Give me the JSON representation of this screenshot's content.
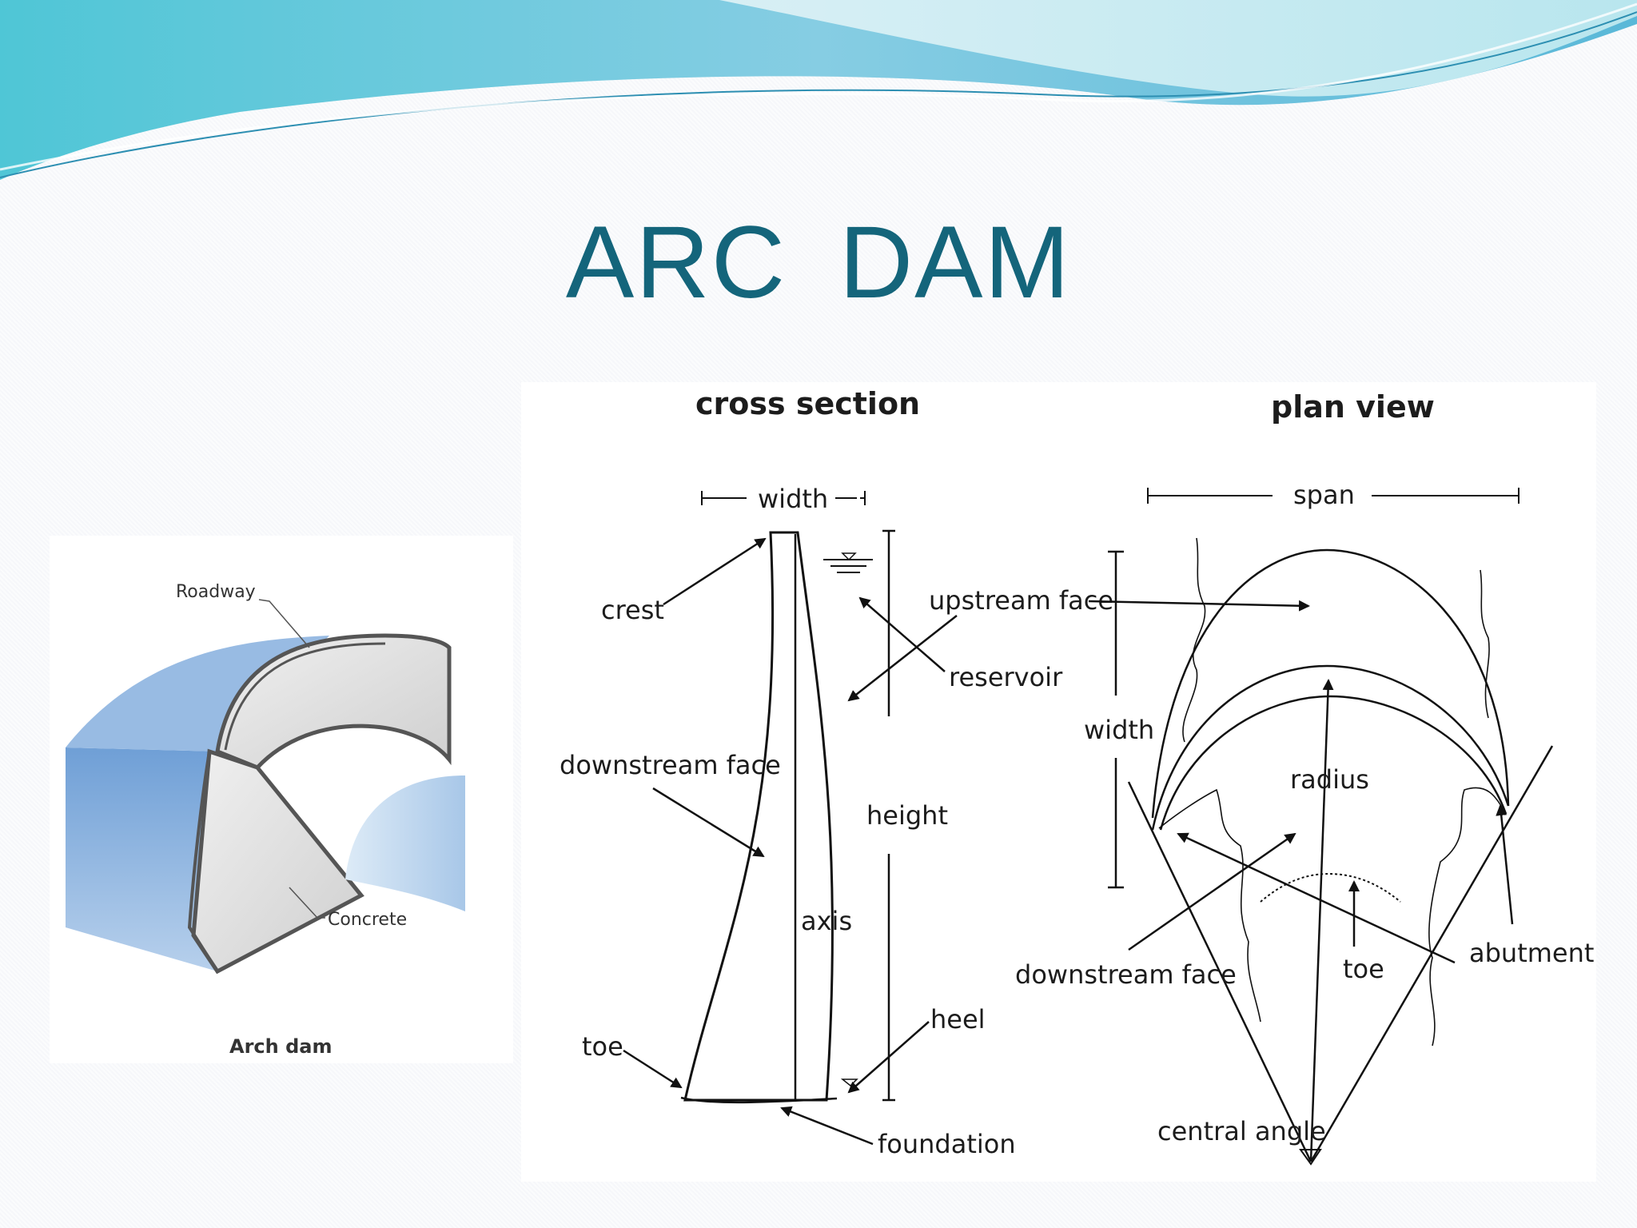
{
  "slide": {
    "title": "ARC  DAM"
  },
  "left_figure": {
    "label_roadway": "Roadway",
    "label_concrete": "Concrete",
    "caption": "Arch dam"
  },
  "cross_section": {
    "heading": "cross section",
    "labels": {
      "width": "width",
      "crest": "crest",
      "upstream_face": "upstream face",
      "reservoir": "reservoir",
      "downstream_face": "downstream face",
      "height": "height",
      "axis": "axis",
      "toe": "toe",
      "heel": "heel",
      "foundation": "foundation"
    }
  },
  "plan_view": {
    "heading": "plan view",
    "labels": {
      "span": "span",
      "width": "width",
      "radius": "radius",
      "downstream_face": "downstream face",
      "toe": "toe",
      "abutment": "abutment",
      "central_angle": "central angle"
    }
  },
  "colors": {
    "title": "#14657b",
    "wave_dark": "#5bb8d6",
    "wave_light": "#a8e2ec",
    "water": "#9dc3e8",
    "concrete": "#d8d8d8"
  }
}
